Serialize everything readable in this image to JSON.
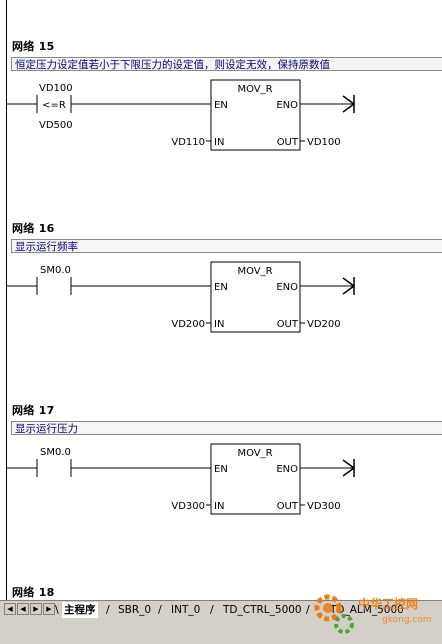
{
  "networks": [
    {
      "title": "网络 15",
      "comment": "恒定压力设定值若小于下限压力的设定值，则设定无效，保持原数值",
      "contact": {
        "type": "compare",
        "top": "VD100",
        "op": "<=R",
        "bottom": "VD500"
      },
      "box": {
        "name": "MOV_R",
        "en": "EN",
        "eno": "ENO",
        "in_pin": "IN",
        "out_pin": "OUT",
        "in_val": "VD110",
        "out_val": "VD100"
      }
    },
    {
      "title": "网络 16",
      "comment": "显示运行频率",
      "contact": {
        "type": "no",
        "top": "SM0.0"
      },
      "box": {
        "name": "MOV_R",
        "en": "EN",
        "eno": "ENO",
        "in_pin": "IN",
        "out_pin": "OUT",
        "in_val": "VD200",
        "out_val": "VD200"
      }
    },
    {
      "title": "网络 17",
      "comment": "显示运行压力",
      "contact": {
        "type": "no",
        "top": "SM0.0"
      },
      "box": {
        "name": "MOV_R",
        "en": "EN",
        "eno": "ENO",
        "in_pin": "IN",
        "out_pin": "OUT",
        "in_val": "VD300",
        "out_val": "VD300"
      }
    },
    {
      "title": "网络 18"
    }
  ],
  "tabs": [
    {
      "label": "主程序",
      "active": true
    },
    {
      "label": "SBR_0",
      "active": false
    },
    {
      "label": "INT_0",
      "active": false
    },
    {
      "label": "TD_CTRL_5000",
      "active": false
    },
    {
      "label": "TD_ALM_5000",
      "active": false
    }
  ],
  "nav_icons": [
    "first-tab-icon",
    "prev-tab-icon",
    "next-tab-icon",
    "last-tab-icon"
  ],
  "watermark": {
    "brand": "中华工控网",
    "url": "gkong.com"
  },
  "colors": {
    "comment_text": "#00007a",
    "tabbar": "#d4d0c8",
    "watermark": "#f07a10"
  }
}
